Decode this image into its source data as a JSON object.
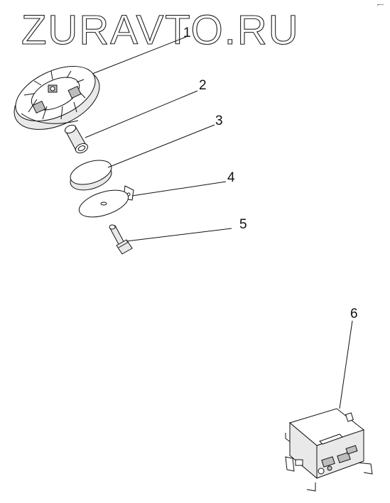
{
  "watermark": "ZURAVTO.RU",
  "corner_mark": "⌐–",
  "callouts": [
    {
      "id": "1",
      "label": "1"
    },
    {
      "id": "2",
      "label": "2"
    },
    {
      "id": "3",
      "label": "3"
    },
    {
      "id": "4",
      "label": "4"
    },
    {
      "id": "5",
      "label": "5"
    },
    {
      "id": "6",
      "label": "6"
    }
  ]
}
